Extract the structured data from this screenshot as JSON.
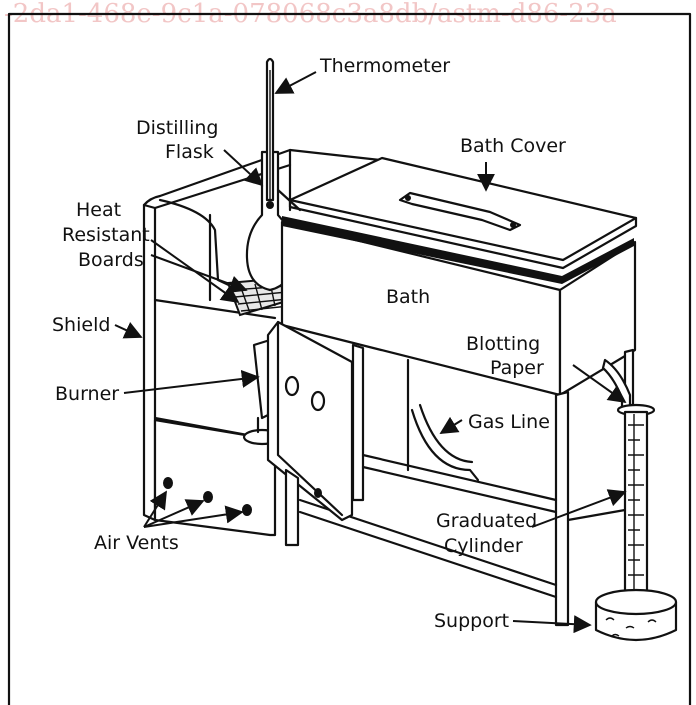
{
  "watermark": "-2da1-468e-9c1a-078068c3a8db/astm-d86-23a",
  "labels": {
    "thermometer": "Thermometer",
    "distilling_1": "Distilling",
    "distilling_2": "Flask",
    "bath_cover": "Bath Cover",
    "heat_1": "Heat",
    "heat_2": "Resistant",
    "heat_3": "Boards",
    "bath": "Bath",
    "shield": "Shield",
    "blotting_1": "Blotting",
    "blotting_2": "Paper",
    "burner": "Burner",
    "gas_line": "Gas Line",
    "graduated_1": "Graduated",
    "graduated_2": "Cylinder",
    "air_vents": "Air Vents",
    "support": "Support"
  }
}
